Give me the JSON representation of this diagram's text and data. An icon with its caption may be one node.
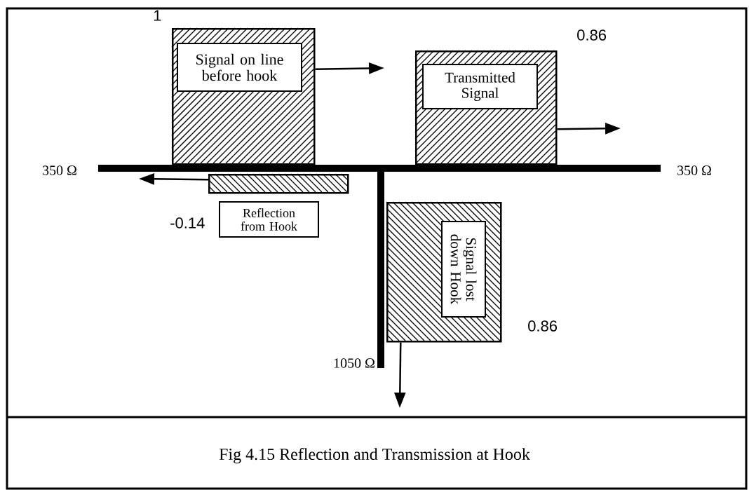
{
  "diagram": {
    "caption": "Fig 4.15 Reflection and Transmission at Hook",
    "nodes": [
      {
        "text": [],
        "shape": "bar",
        "beside": [
          "1"
        ]
      },
      {
        "text": [
          "Signal on line before hook"
        ],
        "in": 0
      },
      {
        "text": [],
        "shape": "bar",
        "beside": [
          "0.86"
        ]
      },
      {
        "text": [
          "Transmitted Signal"
        ],
        "in": 2
      },
      {
        "text": [],
        "shape": "bar"
      },
      {
        "text": [
          "Reflection from Hook"
        ],
        "beside": [
          "-0.14"
        ]
      },
      {
        "text": [],
        "shape": "bar",
        "beside": [
          "0.86"
        ]
      },
      {
        "text": [
          "Signal lost down Hook"
        ],
        "in": 6
      }
    ],
    "edges": [
      {
        "from": 0,
        "to": null,
        "arrow": "to"
      },
      {
        "from": 2,
        "to": null,
        "arrow": "to"
      },
      {
        "from": 4,
        "to": null,
        "arrow": "to"
      },
      {
        "from": 6,
        "to": null,
        "arrow": "to"
      }
    ],
    "labels": [
      "350 Ω",
      "350 Ω",
      "1050 Ω"
    ]
  }
}
